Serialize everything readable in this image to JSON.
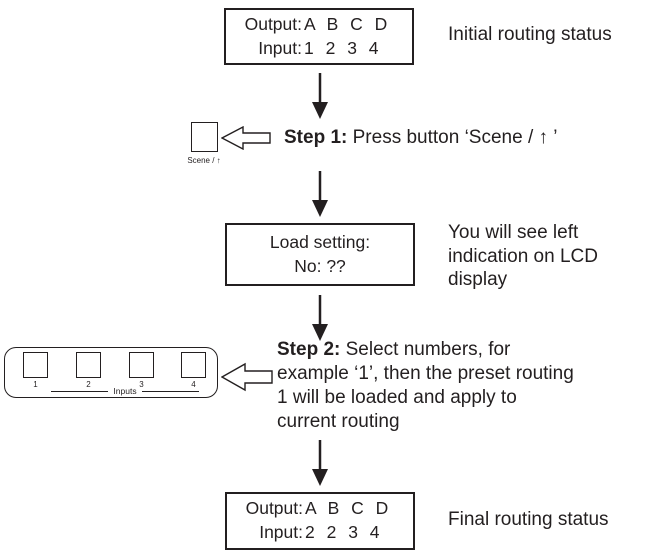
{
  "colors": {
    "ink": "#231f20",
    "background": "#ffffff"
  },
  "flow": {
    "initial": {
      "caption": "Initial routing status",
      "lcd": {
        "rows": [
          {
            "label": "Output:",
            "values": "A B C D"
          },
          {
            "label": "Input:",
            "values": "1 2 3 4"
          }
        ]
      }
    },
    "step1": {
      "prefix": "Step 1:",
      "text": " Press button ‘Scene / ↑ ’",
      "button_label": "Scene / ↑"
    },
    "load": {
      "lcd_line1": "Load setting:",
      "lcd_line2": "No: ??",
      "caption": "You will see left\nindication on LCD\ndisplay"
    },
    "step2": {
      "prefix": "Step 2:",
      "text": " Select numbers, for\nexample ‘1’, then the preset routing\n1 will be loaded and apply to\ncurrent routing",
      "inputs_label": "Inputs",
      "input_buttons": [
        "1",
        "2",
        "3",
        "4"
      ]
    },
    "final": {
      "caption": "Final routing status",
      "lcd": {
        "rows": [
          {
            "label": "Output:",
            "values": "A B C D"
          },
          {
            "label": "Input:",
            "values": "2 2 3 4"
          }
        ]
      }
    }
  }
}
